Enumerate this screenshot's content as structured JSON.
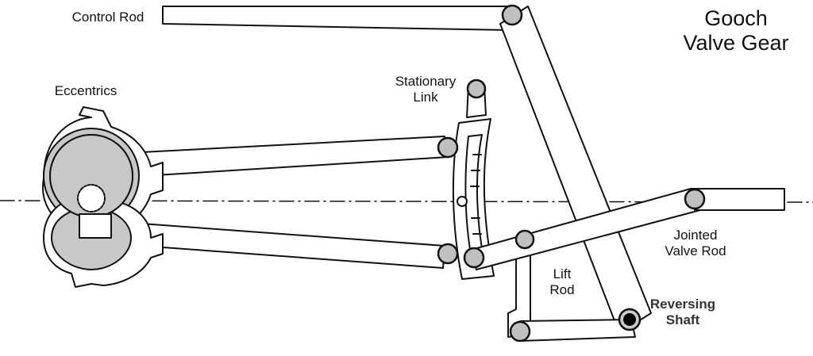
{
  "title": {
    "line1": "Gooch",
    "line2": "Valve Gear"
  },
  "labels": {
    "control_rod": "Control Rod",
    "eccentrics": "Eccentrics",
    "stationary_link": {
      "line1": "Stationary",
      "line2": "Link"
    },
    "jointed_valve_rod": {
      "line1": "Jointed",
      "line2": "Valve Rod"
    },
    "lift_rod": {
      "line1": "Lift",
      "line2": "Rod"
    },
    "reversing_shaft": {
      "line1": "Reversing",
      "line2": "Shaft"
    }
  },
  "colors": {
    "line": "#111111",
    "pin_fill": "#c0c0c0",
    "eccentric_fill": "#c8c8c8",
    "reversing_shaft_label": "#333333",
    "shaft_pin": "#000000"
  }
}
